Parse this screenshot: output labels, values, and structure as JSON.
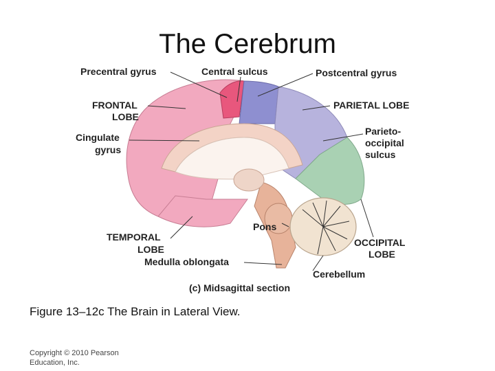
{
  "slide": {
    "title": "The Cerebrum",
    "caption": "Figure 13–12c The Brain in Lateral View.",
    "copyright": "Copyright © 2010 Pearson Education, Inc."
  },
  "figure": {
    "labels": {
      "precentral_gyrus": "Precentral gyrus",
      "central_sulcus": "Central sulcus",
      "postcentral_gyrus": "Postcentral gyrus",
      "frontal_lobe_1": "FRONTAL",
      "frontal_lobe_2": "LOBE",
      "parietal_lobe": "PARIETAL LOBE",
      "cingulate_1": "Cingulate",
      "cingulate_2": "gyrus",
      "parieto_1": "Parieto-",
      "parieto_2": "occipital",
      "parieto_3": "sulcus",
      "pons": "Pons",
      "temporal_1": "TEMPORAL",
      "temporal_2": "LOBE",
      "occipital_1": "OCCIPITAL",
      "occipital_2": "LOBE",
      "medulla": "Medulla oblongata",
      "cerebellum": "Cerebellum",
      "section": "(c) Midsagittal section"
    },
    "colors": {
      "frontal": "#f2a9bf",
      "precentral": "#e8577d",
      "postcentral": "#8e8fd0",
      "parietal": "#b7b3dd",
      "occipital": "#a9d1b3",
      "cingulate": "#f3d3c6",
      "brainstem": "#e7b39a",
      "cerebellum": "#f1e3d1"
    }
  }
}
